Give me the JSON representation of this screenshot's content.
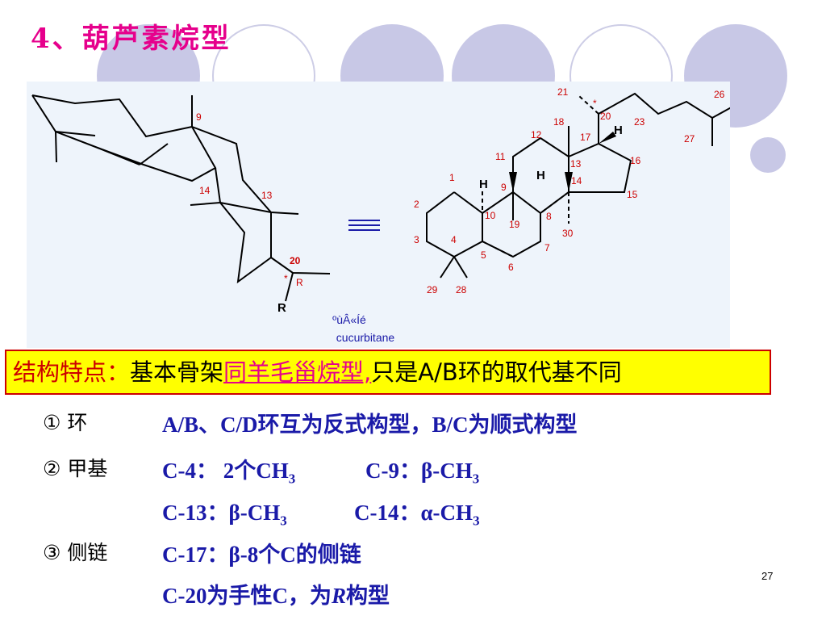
{
  "title": "4、葫芦素烷型",
  "figure": {
    "compound_name_garbled": "ºùÂ«Íé",
    "compound_name": "cucurbitane",
    "left_labels": {
      "c9": "9",
      "c14": "14",
      "c13": "13",
      "c20": "20",
      "star": "*",
      "r_config": "R",
      "r_group": "R"
    },
    "equivalence_sign": "≡",
    "right_atoms": [
      "1",
      "2",
      "3",
      "4",
      "5",
      "6",
      "7",
      "8",
      "9",
      "10",
      "11",
      "12",
      "13",
      "14",
      "15",
      "16",
      "17",
      "18",
      "19",
      "20",
      "21",
      "23",
      "26",
      "27",
      "28",
      "29",
      "30"
    ],
    "right_h_labels": {
      "h9": "H",
      "h14": "H",
      "h17": "H"
    },
    "right_star": "*"
  },
  "feature_box": {
    "label": "结构特点：",
    "text_before": "基本骨架",
    "underlined": "同羊毛甾烷型,",
    "text_after": "只是A/B环的取代基不同"
  },
  "items": [
    {
      "lead": "① 环",
      "value": "A/B、C/D环互为反式构型，B/C为顺式构型"
    },
    {
      "lead": "② 甲基",
      "value_a": "C-4： 2个CH",
      "sub_a": "3",
      "value_b": "C-9：β-CH",
      "sub_b": "3"
    },
    {
      "value_a": "C-13：β-CH",
      "sub_a": "3",
      "value_b": "C-14：α-CH",
      "sub_b": "3"
    },
    {
      "lead": "③ 侧链",
      "value": "C-17：β-8个C的侧链"
    },
    {
      "value_before": "C-20为手性C，为",
      "value_italic": "R",
      "value_after": "构型"
    }
  ],
  "page_number": "27"
}
